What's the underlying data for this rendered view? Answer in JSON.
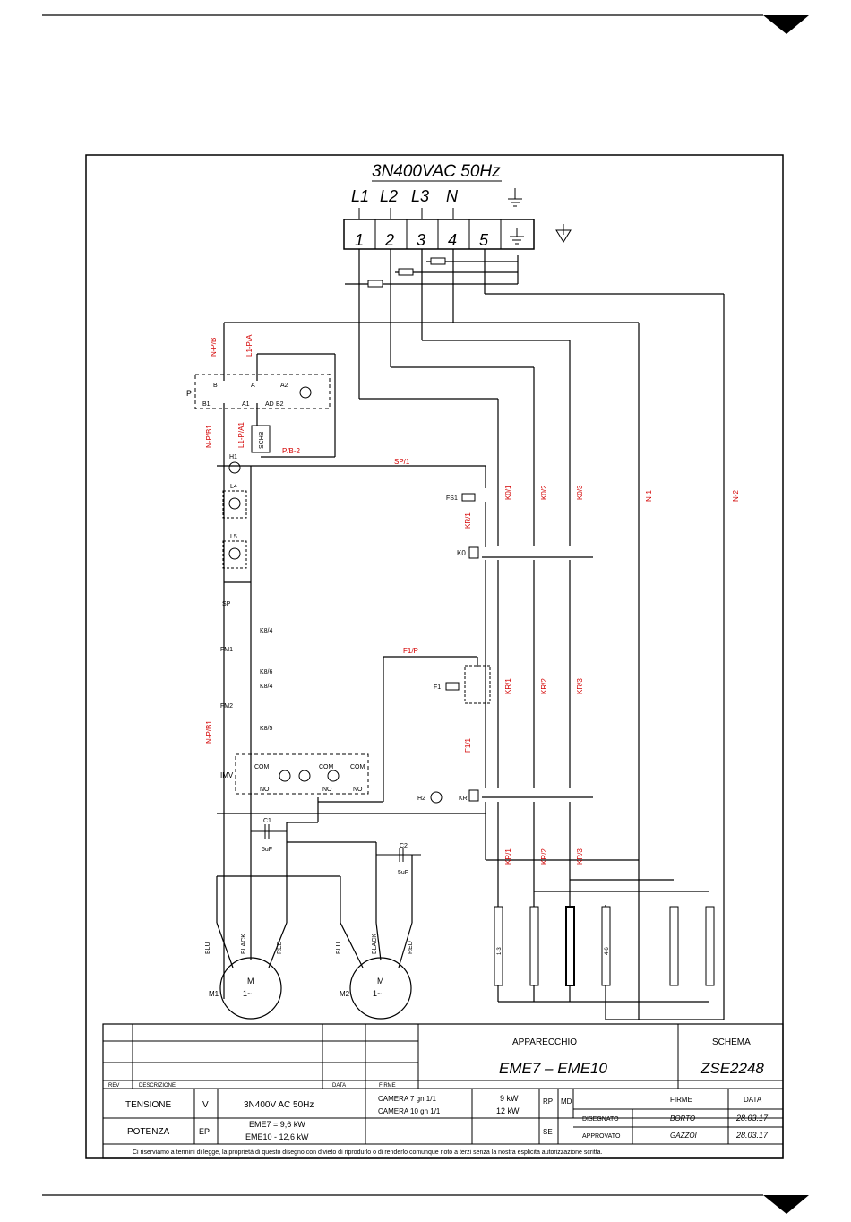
{
  "supply": {
    "title": "3N400VAC 50Hz",
    "phases": [
      "L1",
      "L2",
      "L3",
      "N"
    ]
  },
  "terminals": [
    "1",
    "2",
    "3",
    "4",
    "5"
  ],
  "labels": {
    "n_p_b": "N-P/B",
    "l1_p_a": "L1-P/A",
    "n_p_b1": "N-P/B1",
    "l1_p_a1": "L1-P/A1",
    "p": "P",
    "b": "B",
    "a": "A",
    "a2": "A2",
    "b1": "B1",
    "a1": "A1",
    "ad": "AD",
    "b2": "B2",
    "schb": "SCHB",
    "p_b_2": "P/B-2",
    "h1": "H1",
    "sp_1": "SP/1",
    "l4": "L4",
    "l5": "L5",
    "fs1": "FS1",
    "k0": "K0",
    "k0_1": "K0/1",
    "k0_2": "K0/2",
    "k0_3": "K0/3",
    "n1": "N-1",
    "n2": "N-2",
    "sp": "SP",
    "k8_4a": "K8/4",
    "fm1": "FM1",
    "k8_6": "K8/6",
    "k8_4b": "K8/4",
    "fm2": "FM2",
    "k8_5": "K8/5",
    "f1_p": "F1/P",
    "f1": "F1",
    "f1_1": "F1/1",
    "kr_1": "KR/1",
    "kr_2": "KR/2",
    "kr_3": "KR/3",
    "h2": "H2",
    "kr": "KR",
    "n_p_b1b": "N-P/B1",
    "imv": "IMV",
    "com": "COM",
    "no": "NO",
    "c1": "C1",
    "c2": "C2",
    "uf5": "5uF",
    "blu": "BLU",
    "black": "BLACK",
    "red": "RED",
    "m": "M",
    "one_ph": "1~",
    "m1": "M1",
    "m2": "M2",
    "res1": "1-3",
    "res2": "4-6"
  },
  "title_block": {
    "apparecchio_label": "APPARECCHIO",
    "apparecchio": "EME7 – EME10",
    "schema_label": "SCHEMA",
    "schema": "ZSE2248",
    "rev": "REV",
    "descrizione": "DESCRIZIONE",
    "data_col": "DATA",
    "firme_col": "FIRME",
    "tensione_label": "TENSIONE",
    "tensione_unit": "V",
    "tensione": "3N400V AC 50Hz",
    "potenza_label": "POTENZA",
    "potenza_unit": "EP",
    "potenza_1": "EME7 = 9,6 kW",
    "potenza_2": "EME10 - 12,6 kW",
    "camera_1": "CAMERA 7 gn 1/1",
    "camera_2": "CAMERA 10 gn 1/1",
    "kw_1": "9 kW",
    "kw_2": "12 kW",
    "rp": "RP",
    "md": "MD",
    "se": "SE",
    "firme": "FIRME",
    "data": "DATA",
    "disegnato": "DISEGNATO",
    "disegnato_by": "BORTO",
    "disegnato_date": "28.03.17",
    "approvato": "APPROVATO",
    "approvato_by": "GAZZOI",
    "approvato_date": "28.03.17",
    "footer": "Ci riserviamo a termini di legge, la proprietà di questo disegno con divieto di riprodurlo o di renderlo comunque noto a terzi senza la nostra esplicita autorizzazione scritta."
  },
  "colors": {
    "wire": "#000000",
    "label_red": "#d40000"
  }
}
